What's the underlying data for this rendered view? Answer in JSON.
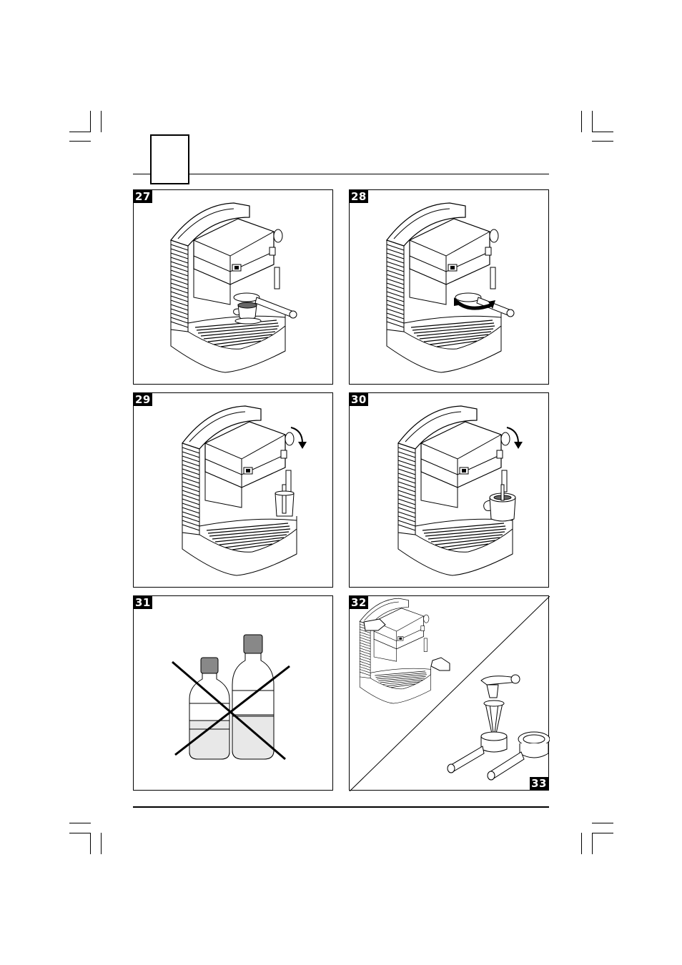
{
  "language_tab": "",
  "figures": [
    {
      "id": "fig-27",
      "number": "27",
      "depicts": "espresso machine with cup under filter holder"
    },
    {
      "id": "fig-28",
      "number": "28",
      "depicts": "turning filter holder to remove"
    },
    {
      "id": "fig-29",
      "number": "29",
      "depicts": "turning steam knob with glass under steam tube"
    },
    {
      "id": "fig-30",
      "number": "30",
      "depicts": "turning steam knob with milk jug under steam tube"
    },
    {
      "id": "fig-31",
      "number": "31",
      "depicts": "do not use bottled water"
    },
    {
      "id": "fig-32",
      "number": "32",
      "depicts": "removing water tank"
    },
    {
      "id": "fig-33",
      "number": "33",
      "depicts": "filter holder and funnel"
    }
  ]
}
